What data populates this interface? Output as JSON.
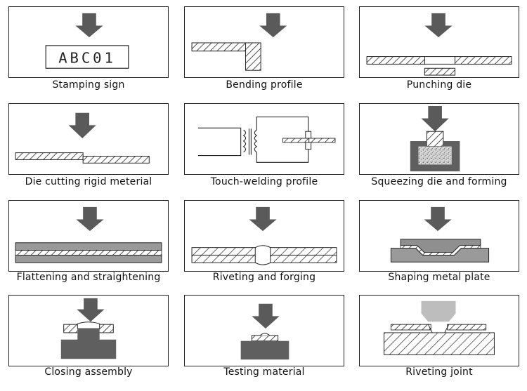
{
  "stamp_text": "ABC01",
  "captions": [
    "Stamping sign",
    "Bending profile",
    "Punching die",
    "Die cutting rigid meterial",
    "Touch-welding profile",
    "Squeezing die and forming",
    "Flattening and straightening",
    "Riveting and forging",
    "Shaping metal plate",
    "Closing assembly",
    "Testing material",
    "Riveting joint"
  ],
  "colors": {
    "arrow": "#5a5a5a",
    "die": "#5f5f5f",
    "light_die": "#9a9a9a",
    "pale_punch": "#bdbdbd",
    "border": "#222222"
  }
}
